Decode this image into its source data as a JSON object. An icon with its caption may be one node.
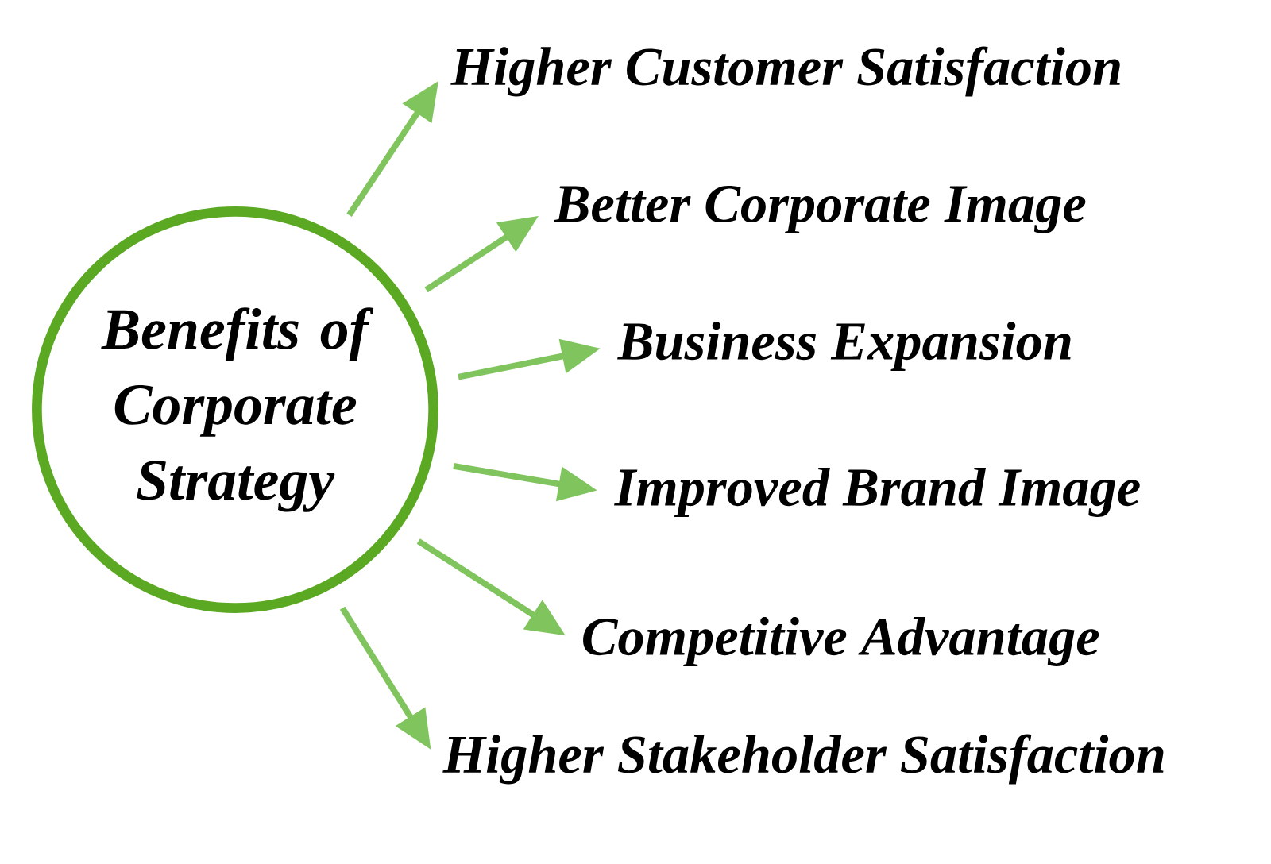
{
  "diagram": {
    "nodes": [
      {
        "text": [
          "Benefits of Corporate Strategy"
        ]
      },
      {
        "text": [
          "Higher Customer Satisfaction"
        ]
      },
      {
        "text": [
          "Better Corporate Image"
        ]
      },
      {
        "text": [
          "Business Expansion"
        ]
      },
      {
        "text": [
          "Improved Brand Image"
        ]
      },
      {
        "text": [
          "Competitive Advantage"
        ]
      },
      {
        "text": [
          "Higher Stakeholder Satisfaction"
        ]
      }
    ],
    "edges": [
      {
        "from": 0,
        "to": 1,
        "arrow": "to"
      },
      {
        "from": 0,
        "to": 2,
        "arrow": "to"
      },
      {
        "from": 0,
        "to": 3,
        "arrow": "to"
      },
      {
        "from": 0,
        "to": 4,
        "arrow": "to"
      },
      {
        "from": 0,
        "to": 5,
        "arrow": "to"
      },
      {
        "from": 0,
        "to": 6,
        "arrow": "to"
      }
    ]
  }
}
